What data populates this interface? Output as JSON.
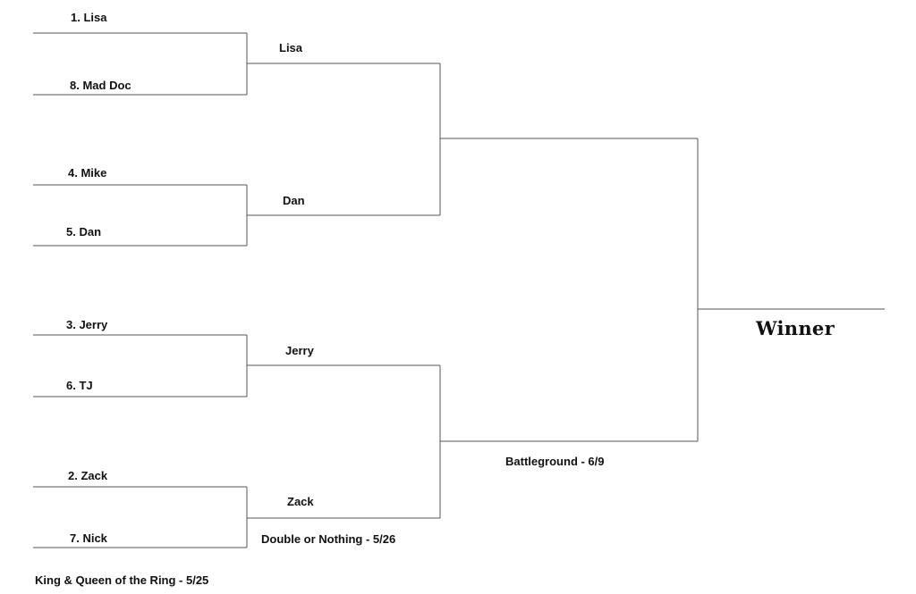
{
  "bracket": {
    "round1": [
      {
        "top": "1. Lisa",
        "bottom": "8. Mad Doc",
        "winner": "Lisa"
      },
      {
        "top": "4. Mike",
        "bottom": "5. Dan",
        "winner": "Dan"
      },
      {
        "top": "3. Jerry",
        "bottom": "6. TJ",
        "winner": "Jerry"
      },
      {
        "top": "2. Zack",
        "bottom": "7. Nick",
        "winner": "Zack"
      }
    ],
    "final_label": "Winner",
    "events": {
      "round1": "King & Queen of the Ring - 5/25",
      "round2": "Double or Nothing - 5/26",
      "round3": "Battleground - 6/9"
    }
  }
}
